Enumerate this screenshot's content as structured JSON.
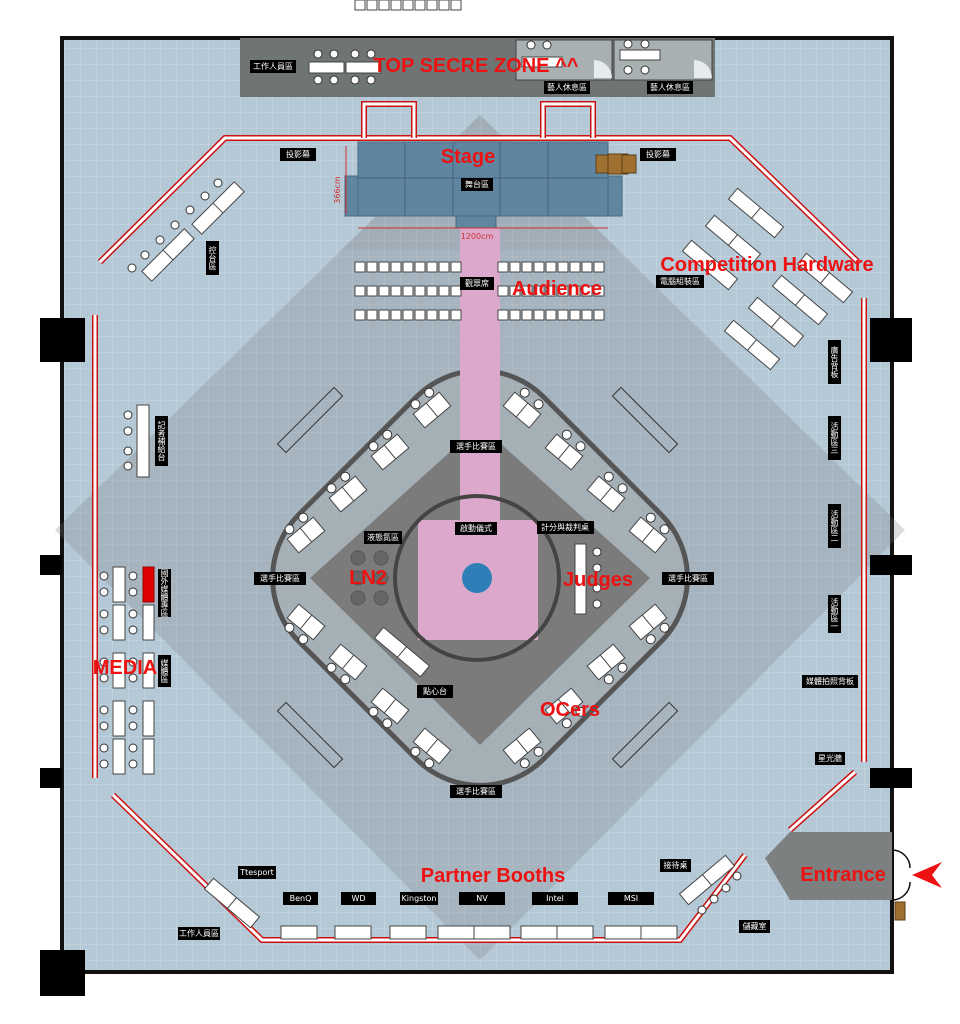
{
  "zones": {
    "top_secret": "TOP SECRE ZONE ^^",
    "stage": "Stage",
    "audience": "Audience",
    "competition_hardware": "Competition Hardware",
    "media": "MEDIA",
    "ln2": "LN2",
    "judges": "Judges",
    "ocers": "OCers",
    "partner_booths": "Partner Booths",
    "entrance": "Entrance"
  },
  "labels": {
    "staff_area_top": "工作人員區",
    "artist_rest_1": "藝人休息區",
    "artist_rest_2": "藝人休息區",
    "screen_left": "投影幕",
    "screen_right": "投影幕",
    "stage_area": "舞台區",
    "stage_depth": "366cm",
    "stage_width": "1200cm",
    "control_area": "控台區",
    "audience_seats": "觀眾席",
    "pc_assembly": "電腦組裝區",
    "ad_backdrop": "廣告背板",
    "activity_3": "活動區三",
    "activity_2": "活動區二",
    "activity_1": "活動區一",
    "media_photo_backdrop": "媒體拍照背板",
    "star_wall": "星光牆",
    "press_supply": "記者補給台",
    "foreign_media": "國外媒體專區",
    "media_area": "媒體區",
    "player_area_top": "選手比賽區",
    "player_area_left": "選手比賽區",
    "player_area_right": "選手比賽區",
    "player_area_bottom": "選手比賽區",
    "ln2_area": "液態氮區",
    "opening_ceremony": "啟動儀式",
    "scoring_judges": "計分與裁判桌",
    "snack_table": "點心台",
    "reception": "接待桌",
    "storage": "儲藏室",
    "staff_area_bottom": "工作人員區"
  },
  "booths": [
    "Ttesport",
    "BenQ",
    "WD",
    "Kingston",
    "NV",
    "Intel",
    "MSI"
  ],
  "colors": {
    "accent_red": "#ee1111",
    "floor": "#b4c8d6",
    "stage": "#5f85a0",
    "walkway": "#dca8cc",
    "center": "#2e7fb8"
  }
}
